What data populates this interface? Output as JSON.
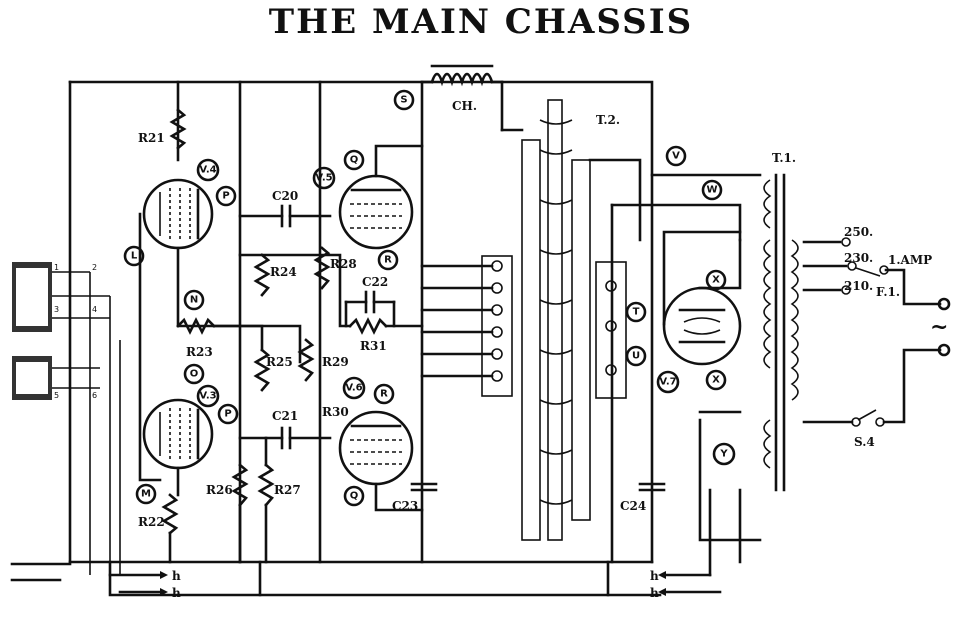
{
  "title": "THE MAIN CHASSIS",
  "resistors": [
    "R21",
    "R22",
    "R23",
    "R24",
    "R25",
    "R26",
    "R27",
    "R28",
    "R29",
    "R30",
    "R31"
  ],
  "capacitors": [
    "C20",
    "C21",
    "C22",
    "C23",
    "C24"
  ],
  "valves": [
    "V.4",
    "V.5",
    "V.3",
    "V.6",
    "V.7"
  ],
  "points": {
    "S": "S",
    "Q": "Q",
    "P": "P",
    "L": "L",
    "N": "N",
    "O": "O",
    "M": "M",
    "R": "R",
    "T": "T",
    "U": "U",
    "V": "V",
    "W": "W",
    "X": "X",
    "Y": "Y"
  },
  "components": {
    "choke": "CH.",
    "transformer2": "T.2.",
    "transformer1": "T.1.",
    "switch": "S.4",
    "fuse": "F.1.",
    "fuse_rating": "1.AMP",
    "tap250": "250.",
    "tap230": "230.",
    "tap210": "210.",
    "ac": "~",
    "earth_h": "h"
  },
  "connector_pins": [
    "1",
    "2",
    "3",
    "4",
    "5",
    "6"
  ]
}
